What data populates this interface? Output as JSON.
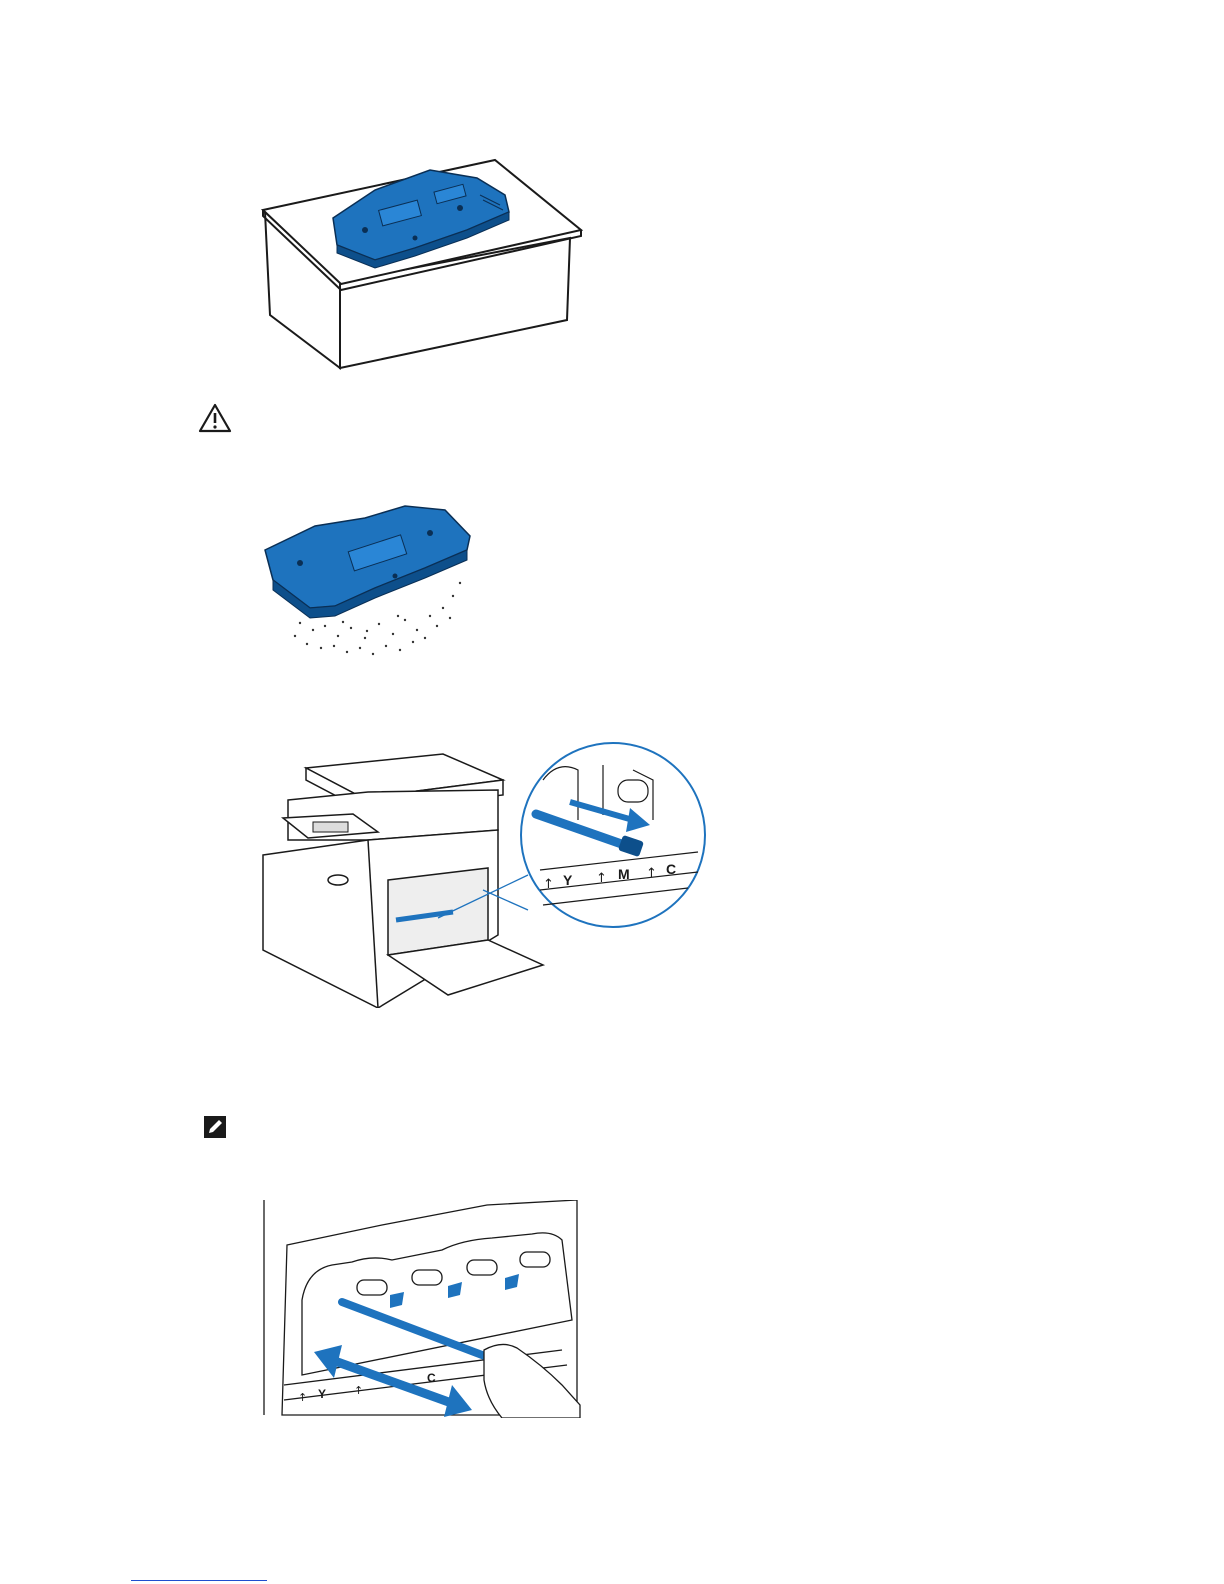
{
  "page": {
    "figures": [
      {
        "name": "waste-box-on-flat-surface"
      },
      {
        "name": "waste-box-toner-spill"
      },
      {
        "name": "printer-cleaning-rod-closeup"
      },
      {
        "name": "cleaning-rod-laser-window"
      }
    ],
    "icons": {
      "caution": "warning-triangle-icon",
      "note": "note-pencil-icon"
    },
    "labels": {
      "slot_y": "Y",
      "slot_m": "M",
      "slot_c": "C",
      "slot_arrow": "↑"
    },
    "colors": {
      "accent_blue": "#1e73be",
      "accent_blue_dark": "#0d4f8b",
      "line": "#1a1a1a"
    }
  }
}
